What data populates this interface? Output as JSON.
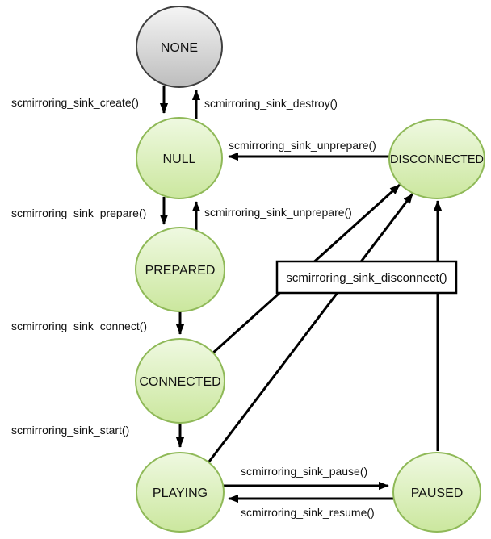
{
  "states": [
    {
      "id": "none",
      "label": "NONE",
      "kind": "gray"
    },
    {
      "id": "null",
      "label": "NULL",
      "kind": "green"
    },
    {
      "id": "prepared",
      "label": "PREPARED",
      "kind": "green"
    },
    {
      "id": "connected",
      "label": "CONNECTED",
      "kind": "green"
    },
    {
      "id": "playing",
      "label": "PLAYING",
      "kind": "green"
    },
    {
      "id": "paused",
      "label": "PAUSED",
      "kind": "green"
    },
    {
      "id": "disconnected",
      "label": "DISCONNECTED",
      "kind": "green"
    }
  ],
  "transitions": {
    "create": "scmirroring_sink_create()",
    "destroy": "scmirroring_sink_destroy()",
    "unprepare_from_disconnected": "scmirroring_sink_unprepare()",
    "prepare": "scmirroring_sink_prepare()",
    "unprepare_from_prepared": "scmirroring_sink_unprepare()",
    "connect": "scmirroring_sink_connect()",
    "start": "scmirroring_sink_start()",
    "disconnect": "scmirroring_sink_disconnect()",
    "pause": "scmirroring_sink_pause()",
    "resume": "scmirroring_sink_resume()"
  },
  "colors": {
    "background": "#ffffff",
    "edge": "#000000",
    "state_green_top": "#eff9e1",
    "state_green_bottom": "#cbe79e",
    "state_green_border": "#8fb958",
    "state_gray_top": "#f4f4f4",
    "state_gray_bottom": "#bdbdbd",
    "state_gray_border": "#3f3f3f",
    "box_fill": "#ffffff",
    "box_border": "#000000"
  }
}
